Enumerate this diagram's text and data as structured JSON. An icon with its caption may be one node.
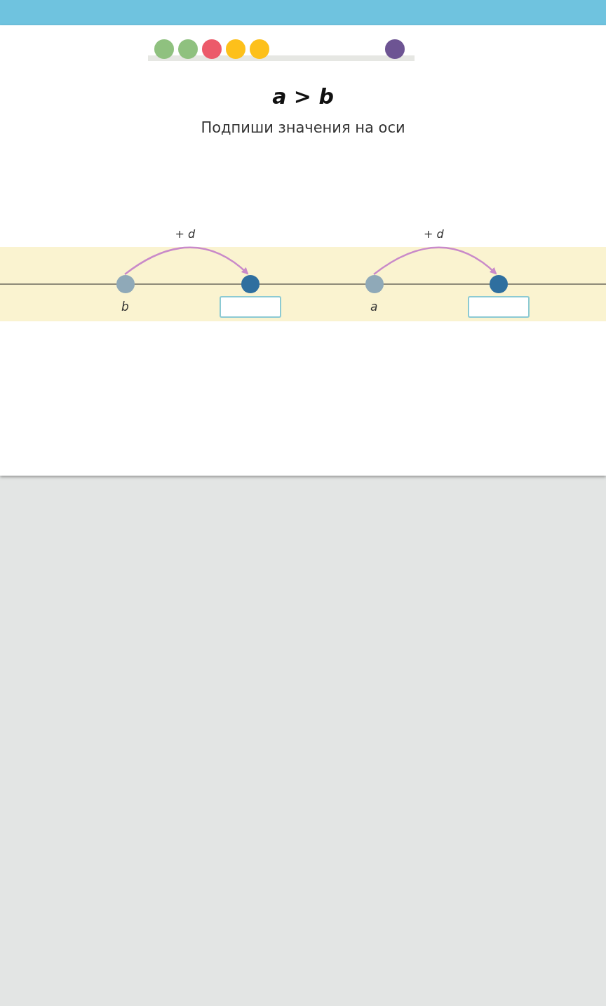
{
  "diagram": {
    "title": "a > b",
    "nodes": [
      {
        "text": [],
        "shape": "circle",
        "beside": [
          "b"
        ]
      },
      {
        "text": [],
        "shape": "circle"
      },
      {
        "text": [],
        "shape": "circle",
        "beside": [
          "a"
        ]
      },
      {
        "text": [],
        "shape": "circle"
      }
    ],
    "edges": [
      {
        "from": 0,
        "to": 1,
        "arrow": "to",
        "label": "+ d"
      },
      {
        "from": 2,
        "to": 3,
        "arrow": "to",
        "label": "+ d"
      }
    ],
    "labels": [
      "Подпиши значения на оси"
    ]
  }
}
